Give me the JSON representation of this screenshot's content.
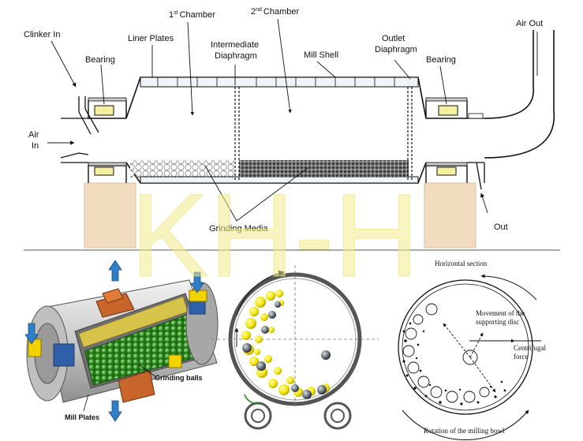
{
  "top_diagram": {
    "labels": {
      "clinker_in": "Clinker In",
      "air_in_1": "Air",
      "air_in_2": "In",
      "bearing_left": "Bearing",
      "liner_plates": "Liner Plates",
      "chamber1_sup": "st",
      "chamber1_pre": "1",
      "chamber1_post": "Chamber",
      "inter_diaphragm_1": "Intermediate",
      "inter_diaphragm_2": "Diaphragm",
      "chamber2_pre": "2",
      "chamber2_sup": "nd",
      "chamber2_post": "Chamber",
      "mill_shell": "Mill Shell",
      "outlet_diaphragm_1": "Outlet",
      "outlet_diaphragm_2": "Diaphragm",
      "bearing_right": "Bearing",
      "air_out": "Air Out",
      "grinding_media": "Grinding Media",
      "out": "Out"
    }
  },
  "bottom_left": {
    "labels": {
      "grinding_balls": "Grinding balls",
      "mill_plates": "Mill Plates"
    }
  },
  "bottom_right": {
    "labels": {
      "horizontal_section": "Horizontal section",
      "movement_1": "Movement of the",
      "movement_2": "supporting disc",
      "centrifugal_1": "Centrifugal",
      "centrifugal_2": "force",
      "rotation": "Rotation of the milling bowl"
    }
  },
  "watermark": {
    "text": "KH-H"
  },
  "colors": {
    "accent_yellow": "#f2e600",
    "ball_green": "#2e9e1f",
    "arrow_blue": "#2f7fc8",
    "bearing_yellow": "#f4f0a0",
    "pillar_peach": "#f2dcc0"
  }
}
